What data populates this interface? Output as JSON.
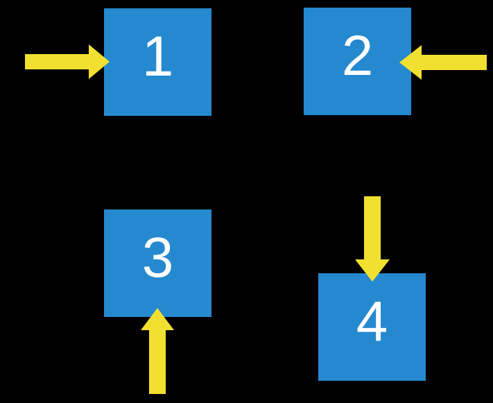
{
  "diagram": {
    "type": "numbered-boxes-with-arrows",
    "colors": {
      "background": "#000000",
      "box": "#2589CF",
      "arrow": "#F2E030",
      "label": "#FFFFFF"
    },
    "boxes": [
      {
        "label": "1",
        "arrow_from": "left"
      },
      {
        "label": "2",
        "arrow_from": "right"
      },
      {
        "label": "3",
        "arrow_from": "below"
      },
      {
        "label": "4",
        "arrow_from": "above"
      }
    ]
  }
}
